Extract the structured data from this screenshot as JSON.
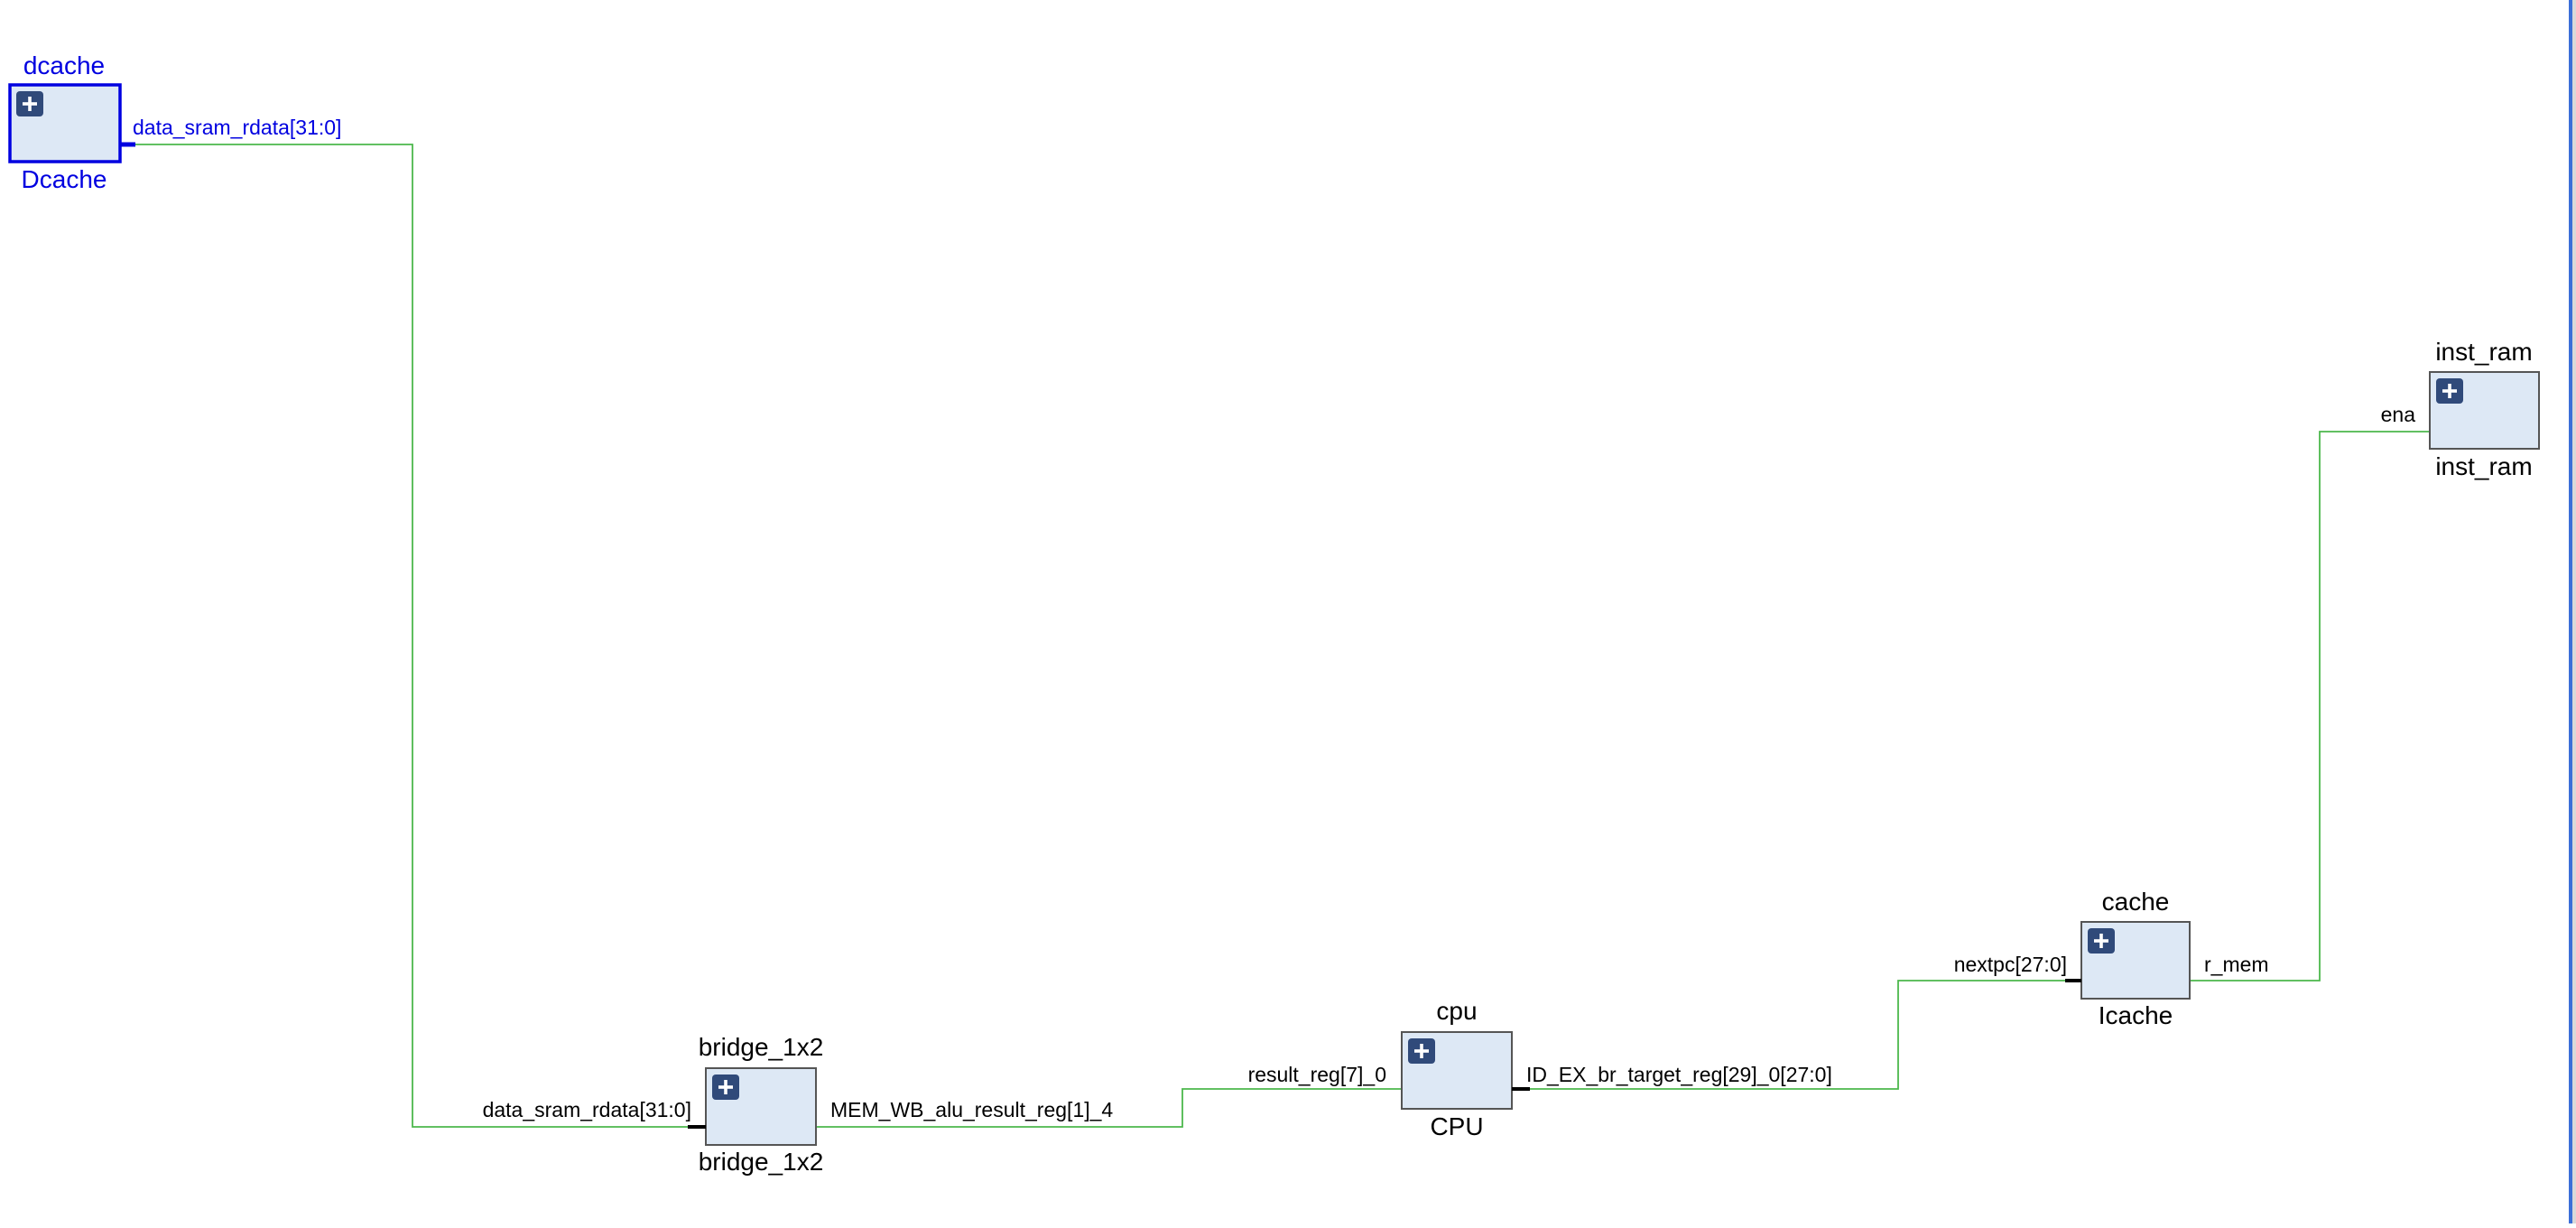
{
  "cells": {
    "dcache": {
      "instance": "dcache",
      "module": "Dcache",
      "selected": true
    },
    "bridge": {
      "instance": "bridge_1x2",
      "module": "bridge_1x2"
    },
    "cpu": {
      "instance": "cpu",
      "module": "CPU"
    },
    "icache": {
      "instance": "cache",
      "module": "Icache"
    },
    "inst_ram": {
      "instance": "inst_ram",
      "module": "inst_ram"
    }
  },
  "pins": {
    "dcache_out": "data_sram_rdata[31:0]",
    "bridge_in": "data_sram_rdata[31:0]",
    "bridge_out": "MEM_WB_alu_result_reg[1]_4",
    "cpu_in": "result_reg[7]_0",
    "cpu_out": "ID_EX_br_target_reg[29]_0[27:0]",
    "icache_in": "nextpc[27:0]",
    "icache_out": "r_mem",
    "inst_ram_in": "ena"
  },
  "colors": {
    "net": "#4cb84c",
    "selection": "#0000e0",
    "cell_fill": "#dde8f5",
    "expand_button": "#304a7a"
  },
  "icons": {
    "expand": "plus-icon"
  }
}
